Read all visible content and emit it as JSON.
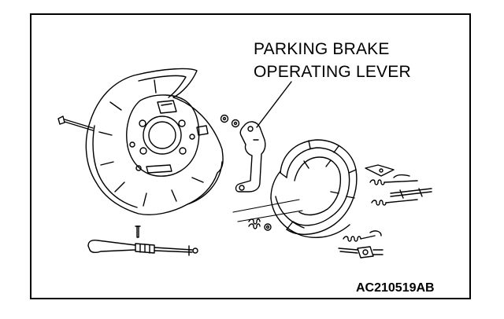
{
  "callout": {
    "line1": "PARKING BRAKE",
    "line2": "OPERATING LEVER"
  },
  "figure_id": "AC210519AB",
  "colors": {
    "ink": "#000000",
    "paper": "#ffffff"
  }
}
